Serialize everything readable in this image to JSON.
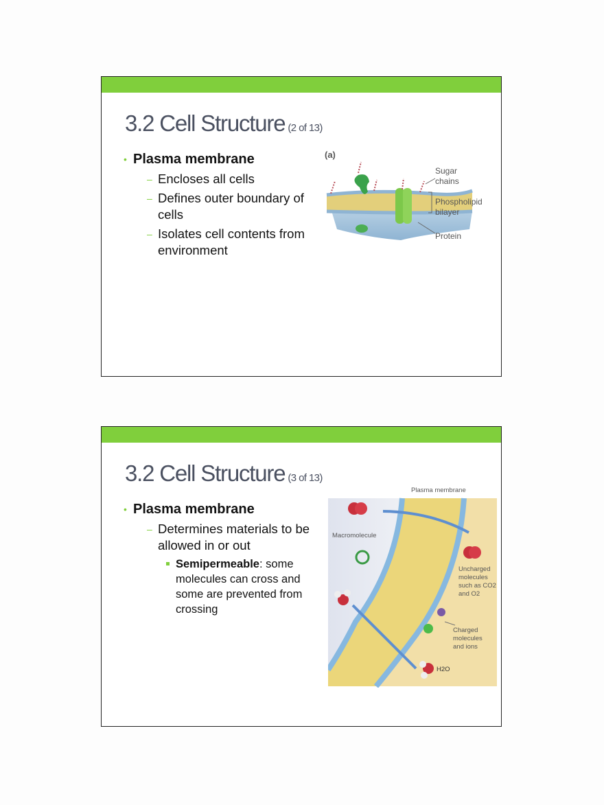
{
  "theme": {
    "accent": "#80cf3c",
    "title_color": "#4a5060",
    "border": "#222222"
  },
  "slides": [
    {
      "title": "3.2 Cell Structure",
      "subtitle": "(2 of 13)",
      "bullet": "Plasma membrane",
      "items": [
        "Encloses all cells",
        "Defines outer boundary of cells",
        "Isolates cell contents from environment"
      ],
      "figure": {
        "panel_label": "(a)",
        "labels": {
          "sugar": "Sugar chains",
          "bilayer": "Phospholipid bilayer",
          "protein": "Protein"
        }
      }
    },
    {
      "title": "3.2 Cell Structure",
      "subtitle": "(3 of 13)",
      "bullet": "Plasma membrane",
      "item": "Determines materials to be allowed in or out",
      "sub_item_bold": "Semipermeable",
      "sub_item_rest": ": some molecules can cross and some are prevented from crossing",
      "figure": {
        "labels": {
          "membrane": "Plasma membrane",
          "macromolecule": "Macromolecule",
          "uncharged": "Uncharged molecules such as CO2 and O2",
          "charged": "Charged molecules and ions",
          "water": "H2O"
        }
      }
    }
  ]
}
